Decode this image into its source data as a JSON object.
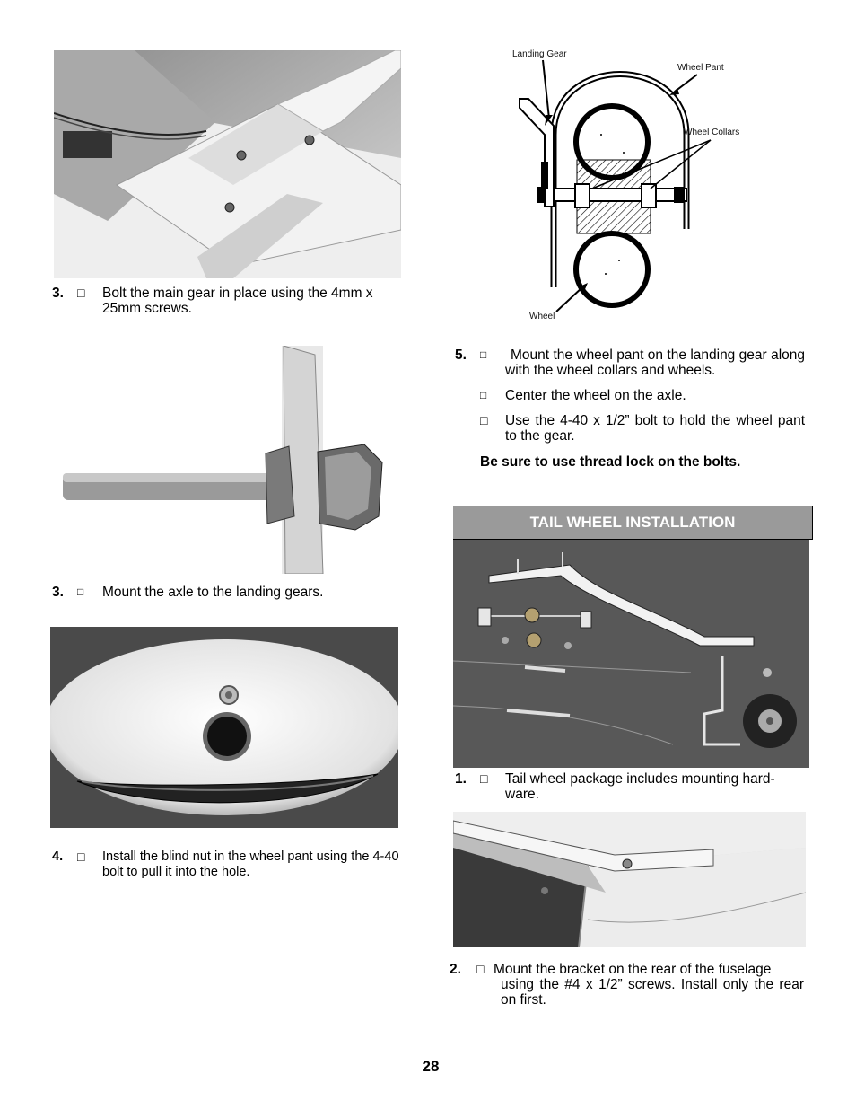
{
  "left_column": {
    "step_gear": {
      "number": "3.",
      "checkbox": "□",
      "text": "Bolt the main gear in place using the 4mm x 25mm screws."
    },
    "step_axle": {
      "number": "3.",
      "checkbox": "□",
      "text": "Mount the axle to the landing gears."
    },
    "step_blind_nut": {
      "number": "4.",
      "checkbox": "□",
      "text": "Install the blind nut in the wheel pant using the 4-40 bolt to pull it into the hole."
    }
  },
  "diagram": {
    "labels": {
      "landing_gear": "Landing Gear",
      "wheel_pant": "Wheel Pant",
      "wheel_collars": "Wheel Collars",
      "wheel": "Wheel"
    }
  },
  "right_column": {
    "step_pant": {
      "number": "5.",
      "checkbox": "□",
      "text": "Mount the wheel pant on the landing gear along with the wheel collars and wheels.",
      "sub1_checkbox": "□",
      "sub1_text": "Center the wheel on the axle.",
      "sub2_checkbox": "□",
      "sub2_text": "Use the 4-40 x 1/2” bolt to hold the wheel pant to the gear.",
      "note": "Be sure to use thread lock on the bolts."
    },
    "section_title": "TAIL WHEEL INSTALLATION",
    "step_package": {
      "number": "1.",
      "checkbox": "□",
      "text": "Tail wheel package includes mounting hard-ware."
    },
    "step_bracket": {
      "number": "2.",
      "checkbox": "□",
      "text_first": "Mount the bracket on the rear of the fuselage",
      "text_rest": "using the #4 x 1/2” screws. Install only the rear on first."
    }
  },
  "page_number": "28",
  "colors": {
    "banner": "#9a9a9a",
    "photo_dark": "#555555",
    "photo_light": "#e6e6e6"
  }
}
